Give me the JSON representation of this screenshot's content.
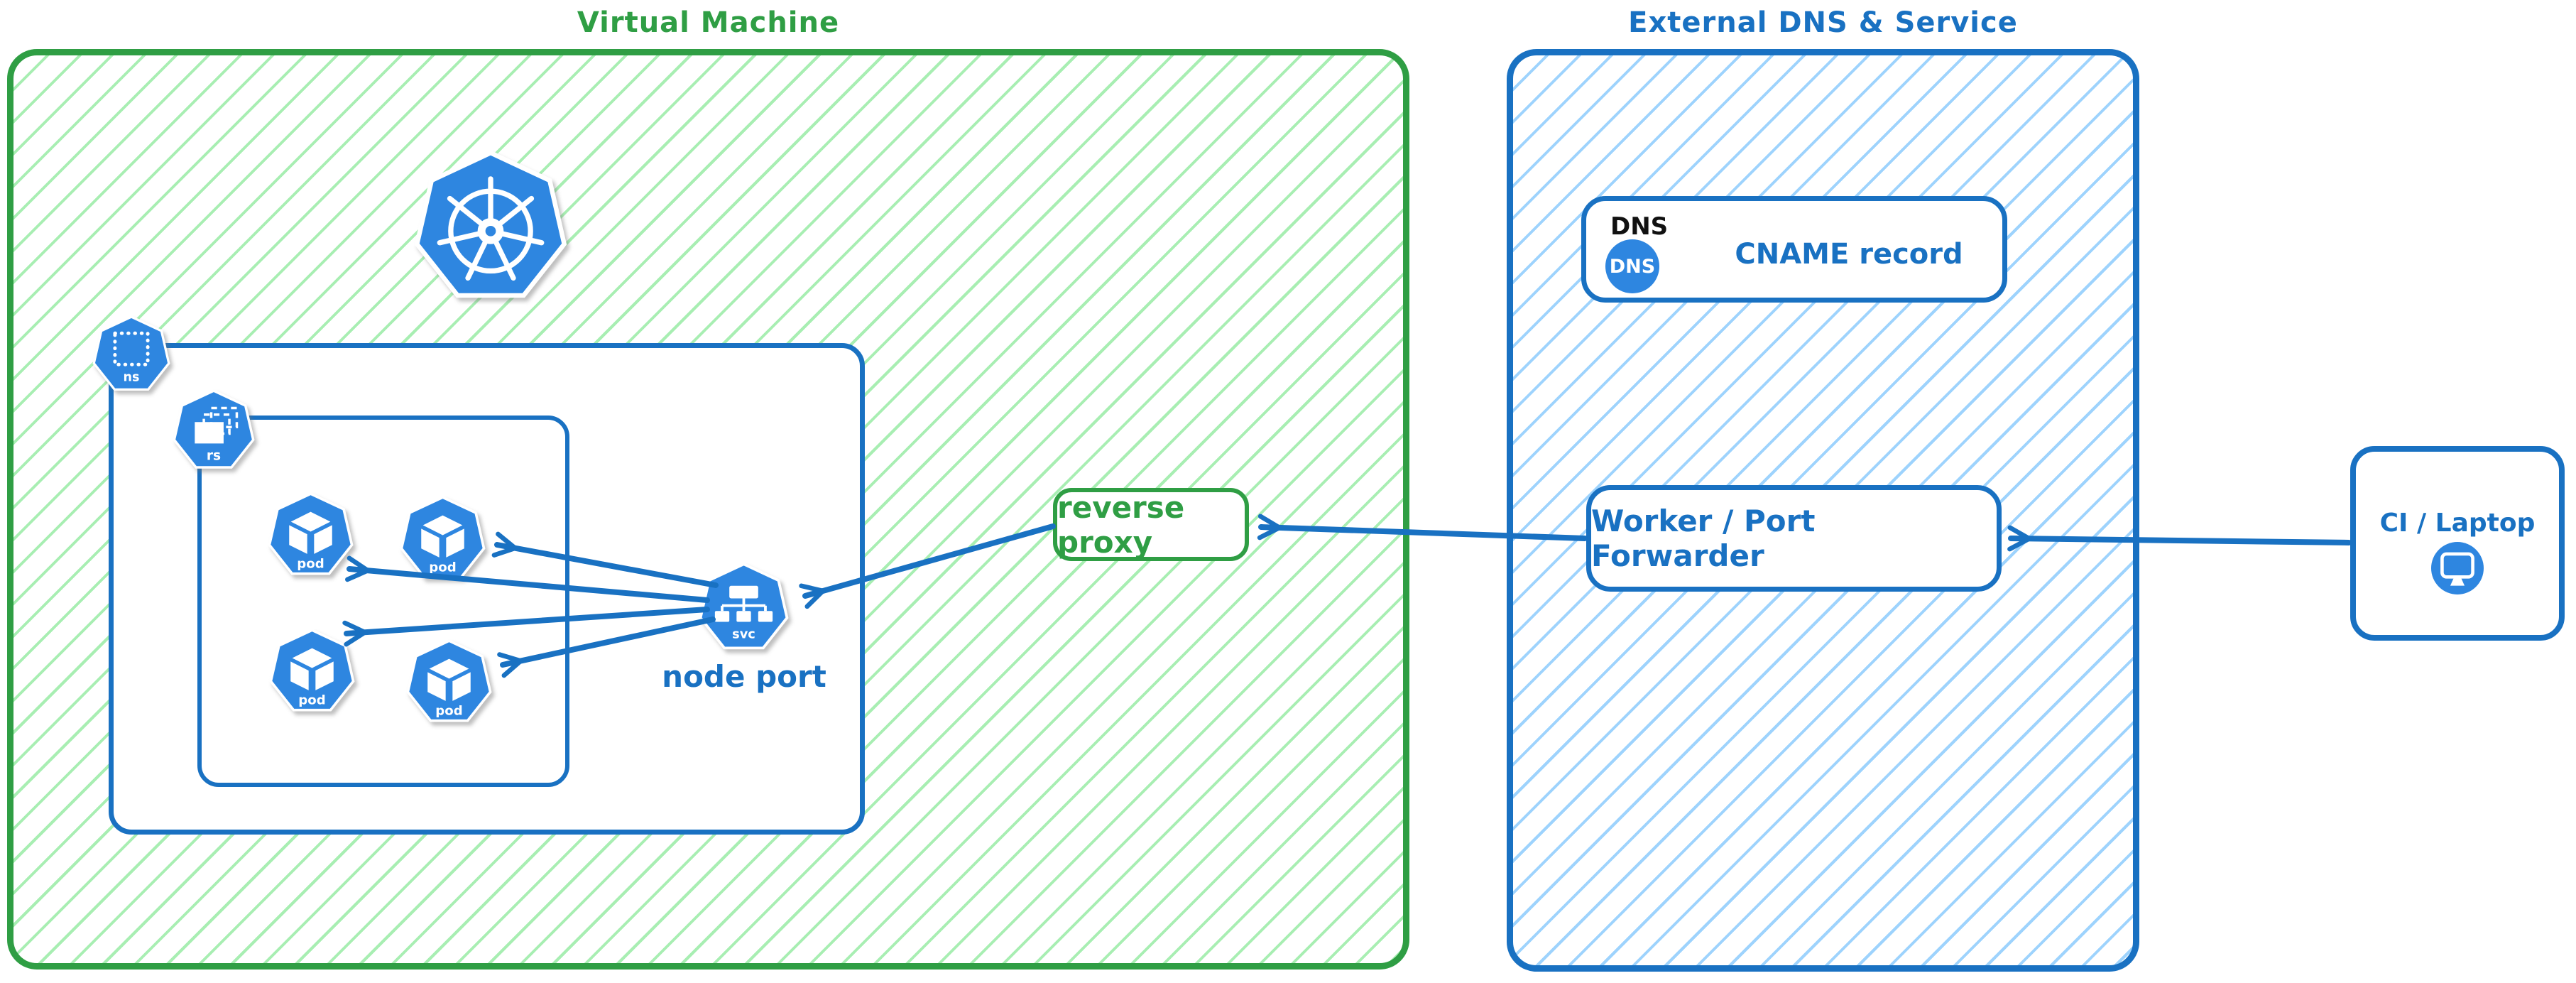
{
  "vm_group": {
    "title": "Virtual Machine"
  },
  "external_group": {
    "title": "External DNS & Service"
  },
  "labels": {
    "ns": "ns",
    "rs": "rs",
    "pod": "pod",
    "svc": "svc",
    "node_port": "node port",
    "reverse_proxy": "reverse proxy",
    "dns_tag": "DNS",
    "dns_icon_text": "DNS",
    "cname": "CNAME record",
    "worker": "Worker / Port Forwarder",
    "ci": "CI / Laptop"
  },
  "colors": {
    "green_stroke": "#2f9e44",
    "green_hatch": "#8be999",
    "blue_stroke": "#1971c2",
    "blue_hatch": "#74c0fc",
    "icon_blue": "#2e86e0",
    "dns_tag_text": "#111111",
    "icon_glyph": "#ffffff"
  },
  "connections": [
    {
      "from": "ci-laptop",
      "to": "worker-port-forwarder"
    },
    {
      "from": "worker-port-forwarder",
      "to": "reverse-proxy"
    },
    {
      "from": "reverse-proxy",
      "to": "node-port-service"
    },
    {
      "from": "node-port-service",
      "to": "pod-1"
    },
    {
      "from": "node-port-service",
      "to": "pod-2"
    },
    {
      "from": "node-port-service",
      "to": "pod-3"
    },
    {
      "from": "node-port-service",
      "to": "pod-4"
    }
  ]
}
